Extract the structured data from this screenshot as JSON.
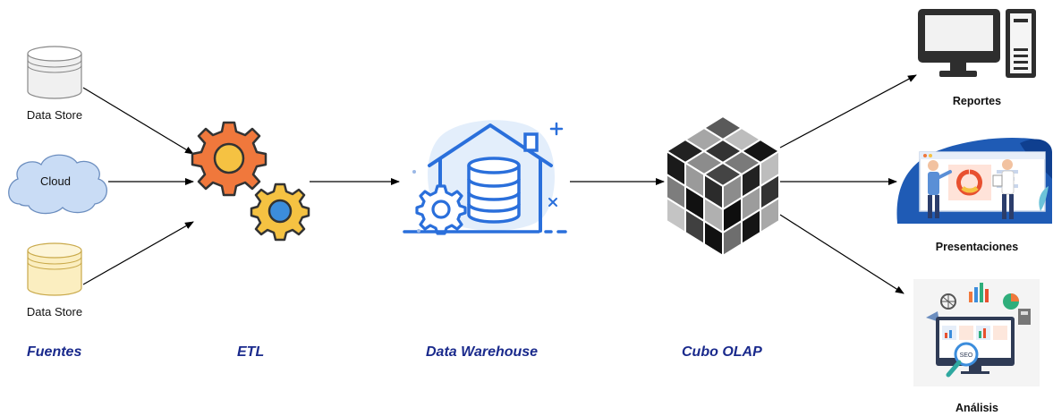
{
  "sources": {
    "store_top": "Data Store",
    "cloud": "Cloud",
    "store_bottom": "Data Store"
  },
  "stages": {
    "sources": "Fuentes",
    "etl": "ETL",
    "warehouse": "Data Warehouse",
    "olap": "Cubo OLAP"
  },
  "outputs": {
    "reports": "Reportes",
    "presentations": "Presentaciones",
    "analysis": "Análisis"
  },
  "colors": {
    "stage_text": "#1a2a8c",
    "gear_orange": "#f0783c",
    "gear_yellow": "#f5c242",
    "gear_blue": "#3c8ddc",
    "warehouse_blue": "#2a6fdb",
    "cloud_fill": "#c9dcf5",
    "store_yellow": "#fbeec0"
  },
  "icons": {
    "etl": "gears-icon",
    "warehouse": "warehouse-database-icon",
    "olap": "olap-cube-icon",
    "reports": "desktop-computer-icon",
    "presentations": "presentation-screen-icon",
    "analysis": "seo-analytics-icon"
  }
}
